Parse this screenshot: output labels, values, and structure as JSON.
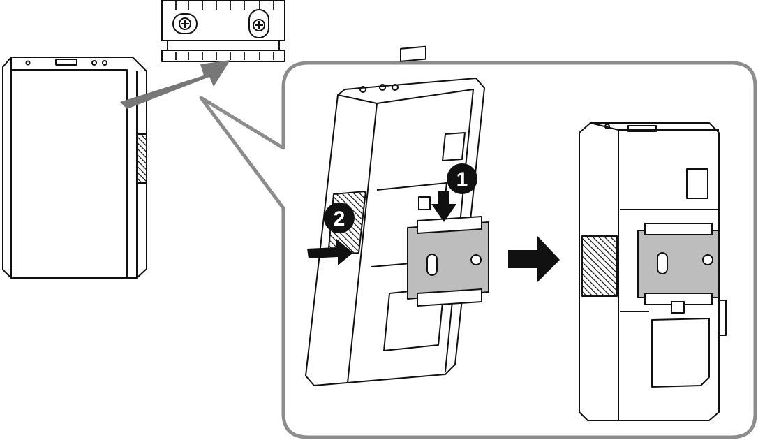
{
  "steps": [
    {
      "number": "1",
      "action": "press-down"
    },
    {
      "number": "2",
      "action": "slide-right"
    }
  ],
  "colors": {
    "line": "#111111",
    "panel_border": "#8c8c8c",
    "arrow_gray": "#777777",
    "bracket_fill": "#bdbdbd",
    "badge_fill": "#111111",
    "arrow_dark": "#111111"
  },
  "icons": [
    "rail-bracket-icon",
    "screw-icon",
    "vent-grille-icon",
    "arrow-right-icon",
    "arrow-down-icon"
  ]
}
